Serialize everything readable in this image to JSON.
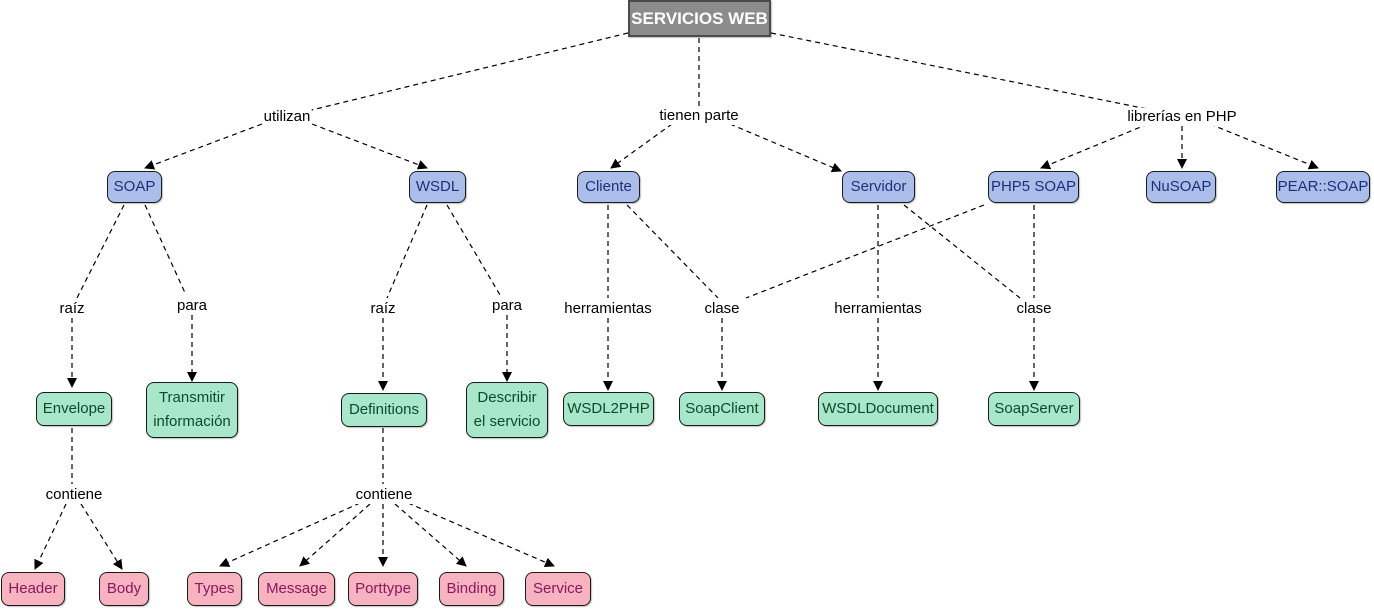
{
  "title": "SERVICIOS WEB",
  "links": {
    "utilizan": "utilizan",
    "tienen_parte": "tienen parte",
    "librerias": "librerías en PHP",
    "soap_raiz": "raíz",
    "soap_para": "para",
    "wsdl_raiz": "raíz",
    "wsdl_para": "para",
    "cliente_herr": "herramientas",
    "cliente_clase": "clase",
    "servidor_herr": "herramientas",
    "servidor_clase": "clase",
    "envelope_contiene": "contiene",
    "definitions_contiene": "contiene"
  },
  "nodes": {
    "soap": "SOAP",
    "wsdl": "WSDL",
    "cliente": "Cliente",
    "servidor": "Servidor",
    "php5soap": "PHP5 SOAP",
    "nusoap": "NuSOAP",
    "pearsoap": "PEAR::SOAP",
    "envelope": "Envelope",
    "transmitir_1": "Transmitir",
    "transmitir_2": "información",
    "definitions": "Definitions",
    "describir_1": "Describir",
    "describir_2": "el servicio",
    "wsdl2php": "WSDL2PHP",
    "soapclient": "SoapClient",
    "wsdldocument": "WSDLDocument",
    "soapserver": "SoapServer",
    "header": "Header",
    "body": "Body",
    "types": "Types",
    "message": "Message",
    "porttype": "Porttype",
    "binding": "Binding",
    "service": "Service"
  },
  "colors": {
    "root": "#8c8c8c",
    "concept": "#abbeea",
    "leaf": "#a8e7cb",
    "part": "#f8b3c0"
  }
}
